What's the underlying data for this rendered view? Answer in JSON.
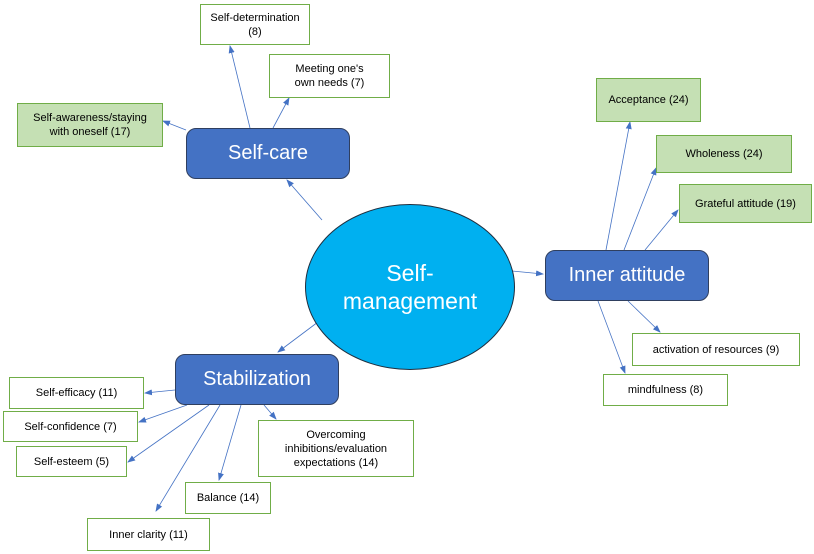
{
  "center": {
    "label": "Self-management",
    "line1": "Self-",
    "line2": "management"
  },
  "colors": {
    "center_fill": "#00B0F0",
    "hub_fill": "#4472C4",
    "leaf_border": "#70AD47",
    "leaf_highlight_fill": "#C5E0B4",
    "connector": "#4472C4"
  },
  "hubs": {
    "self_care": {
      "label": "Self-care",
      "children": [
        {
          "label": "Self-determination (8)",
          "highlighted": false
        },
        {
          "label": "Meeting one's own needs (7)",
          "highlighted": false
        },
        {
          "label": "Self-awareness/staying with oneself (17)",
          "highlighted": true
        }
      ]
    },
    "inner_attitude": {
      "label": "Inner attitude",
      "children": [
        {
          "label": "Acceptance (24)",
          "highlighted": true
        },
        {
          "label": "Wholeness (24)",
          "highlighted": true
        },
        {
          "label": "Grateful attitude (19)",
          "highlighted": true
        },
        {
          "label": "activation of resources (9)",
          "highlighted": false
        },
        {
          "label": "mindfulness (8)",
          "highlighted": false
        }
      ]
    },
    "stabilization": {
      "label": "Stabilization",
      "children": [
        {
          "label": "Self-efficacy (11)",
          "highlighted": false
        },
        {
          "label": "Self-confidence (7)",
          "highlighted": false
        },
        {
          "label": "Self-esteem (5)",
          "highlighted": false
        },
        {
          "label": "Balance (14)",
          "highlighted": false
        },
        {
          "label": "Inner clarity (11)",
          "highlighted": false
        },
        {
          "label": "Overcoming inhibitions/evaluation expectations (14)",
          "highlighted": false
        }
      ]
    }
  }
}
